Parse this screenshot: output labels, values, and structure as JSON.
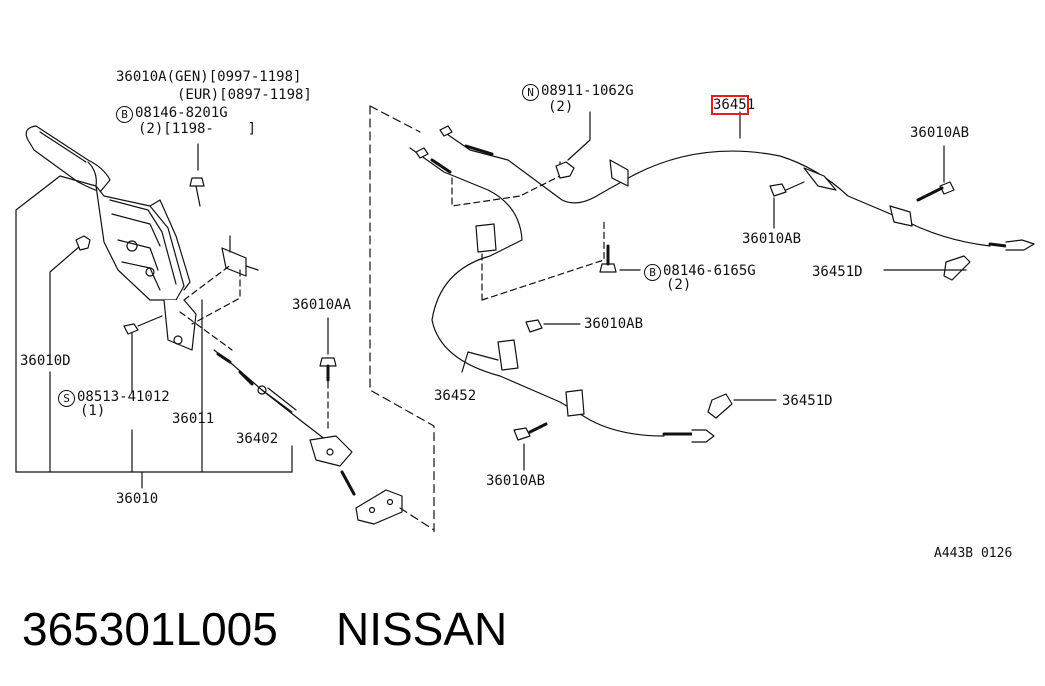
{
  "labels": {
    "l36010A_gen": "36010A(GEN)[0997-1198]",
    "l36010A_eur": "(EUR)[0897-1198]",
    "b08146_8201": "08146-8201G",
    "b08146_8201_q": "(2)[1198-    ]",
    "n08911": "08911-1062G",
    "n08911_q": "(2)",
    "p36451_hl": "3645",
    "p36451_tail": "1",
    "p36010AB_1": "36010AB",
    "p36010AB_2": "36010AB",
    "b08146_6165": "08146-6165G",
    "b08146_6165_q": "(2)",
    "p36451D_1": "36451D",
    "p36010AA": "36010AA",
    "p36010AB_3": "36010AB",
    "p36010D": "36010D",
    "s08513": "08513-41012",
    "s08513_q": "(1)",
    "p36011": "36011",
    "p36452": "36452",
    "p36402": "36402",
    "p36451D_2": "36451D",
    "p36010AB_4": "36010AB",
    "p36010": "36010",
    "circle_b": "B",
    "circle_n": "N",
    "circle_s": "S"
  },
  "ref_code": "A443B 0126",
  "part_number": "365301L005",
  "brand": "NISSAN",
  "highlight_color": "#e0201b"
}
